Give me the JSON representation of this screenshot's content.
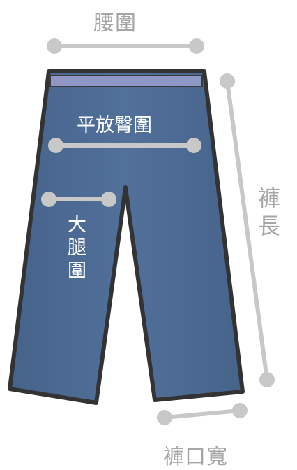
{
  "labels": {
    "waist": "腰圍",
    "hip": "平放臀圍",
    "thigh": "大腿圍",
    "length": "褲長",
    "leg_opening": "褲口寬"
  },
  "colors": {
    "pants_fill": "#4d6a8f",
    "pants_outline": "#333333",
    "waistband": "#8e97c6",
    "measure_line": "#c8c8c8",
    "label_gray": "#a6a6a6",
    "label_white": "#ffffff"
  }
}
